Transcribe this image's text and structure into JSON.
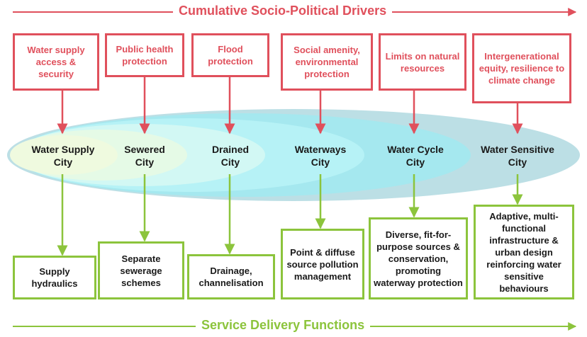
{
  "headings": {
    "drivers": "Cumulative Socio-Political Drivers",
    "services": "Service Delivery Functions"
  },
  "colors": {
    "driver": "#e0505c",
    "service": "#8cc43c"
  },
  "drivers": [
    "Water supply access & security",
    "Public health protection",
    "Flood protection",
    "Social amenity, environmental protection",
    "Limits on natural resources",
    "Intergenerational equity, resilience to climate change"
  ],
  "cities": [
    "Water Supply City",
    "Sewered City",
    "Drained City",
    "Waterways City",
    "Water Cycle City",
    "Water Sensitive City"
  ],
  "services": [
    "Supply hydraulics",
    "Separate sewerage schemes",
    "Drainage, channelisation",
    "Point & diffuse source pollution management",
    "Diverse, fit-for-purpose sources & conservation, promoting waterway protection",
    "Adaptive, multi-functional infrastructure & urban design reinforcing water sensitive behaviours"
  ]
}
